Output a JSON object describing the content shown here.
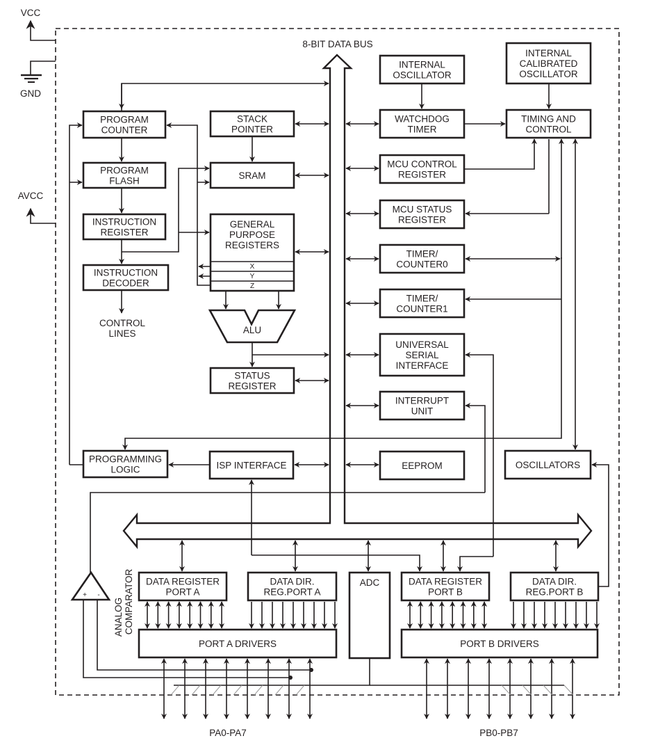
{
  "title": "ATtiny26 block diagram",
  "external": {
    "vcc": "VCC",
    "gnd": "GND",
    "avcc": "AVCC",
    "port_a_pins": "PA0-PA7",
    "port_b_pins": "PB0-PB7",
    "control_lines": [
      "CONTROL",
      "LINES"
    ],
    "analog_comparator": [
      "ANALOG",
      "COMPARATOR"
    ]
  },
  "bus": {
    "label": "8-BIT DATA BUS"
  },
  "blocks": {
    "program_counter": [
      "PROGRAM",
      "COUNTER"
    ],
    "program_flash": [
      "PROGRAM",
      "FLASH"
    ],
    "instruction_register": [
      "INSTRUCTION",
      "REGISTER"
    ],
    "instruction_decoder": [
      "INSTRUCTION",
      "DECODER"
    ],
    "stack_pointer": [
      "STACK",
      "POINTER"
    ],
    "sram": [
      "SRAM"
    ],
    "gpr": [
      "GENERAL",
      "PURPOSE",
      "REGISTERS"
    ],
    "gpr_rows": [
      "X",
      "Y",
      "Z"
    ],
    "alu": [
      "ALU"
    ],
    "status_register": [
      "STATUS",
      "REGISTER"
    ],
    "programming_logic": [
      "PROGRAMMING",
      "LOGIC"
    ],
    "isp_interface": [
      "ISP INTERFACE"
    ],
    "internal_oscillator": [
      "INTERNAL",
      "OSCILLATOR"
    ],
    "internal_calibrated_oscillator": [
      "INTERNAL",
      "CALIBRATED",
      "OSCILLATOR"
    ],
    "watchdog_timer": [
      "WATCHDOG",
      "TIMER"
    ],
    "timing_control": [
      "TIMING AND",
      "CONTROL"
    ],
    "mcu_control_register": [
      "MCU CONTROL",
      "REGISTER"
    ],
    "mcu_status_register": [
      "MCU STATUS",
      "REGISTER"
    ],
    "timer_counter0": [
      "TIMER/",
      "COUNTER0"
    ],
    "timer_counter1": [
      "TIMER/",
      "COUNTER1"
    ],
    "usi": [
      "UNIVERSAL",
      "SERIAL",
      "INTERFACE"
    ],
    "interrupt_unit": [
      "INTERRUPT",
      "UNIT"
    ],
    "eeprom": [
      "EEPROM"
    ],
    "oscillators": [
      "OSCILLATORS"
    ],
    "data_register_port_a": [
      "DATA REGISTER",
      "PORT A"
    ],
    "data_dir_port_a": [
      "DATA DIR.",
      "REG.PORT A"
    ],
    "adc": [
      "ADC"
    ],
    "data_register_port_b": [
      "DATA REGISTER",
      "PORT B"
    ],
    "data_dir_port_b": [
      "DATA DIR.",
      "REG.PORT B"
    ],
    "port_a_drivers": [
      "PORT A DRIVERS"
    ],
    "port_b_drivers": [
      "PORT B DRIVERS"
    ]
  },
  "comparator_inputs": {
    "plus": "+",
    "minus": "-"
  }
}
